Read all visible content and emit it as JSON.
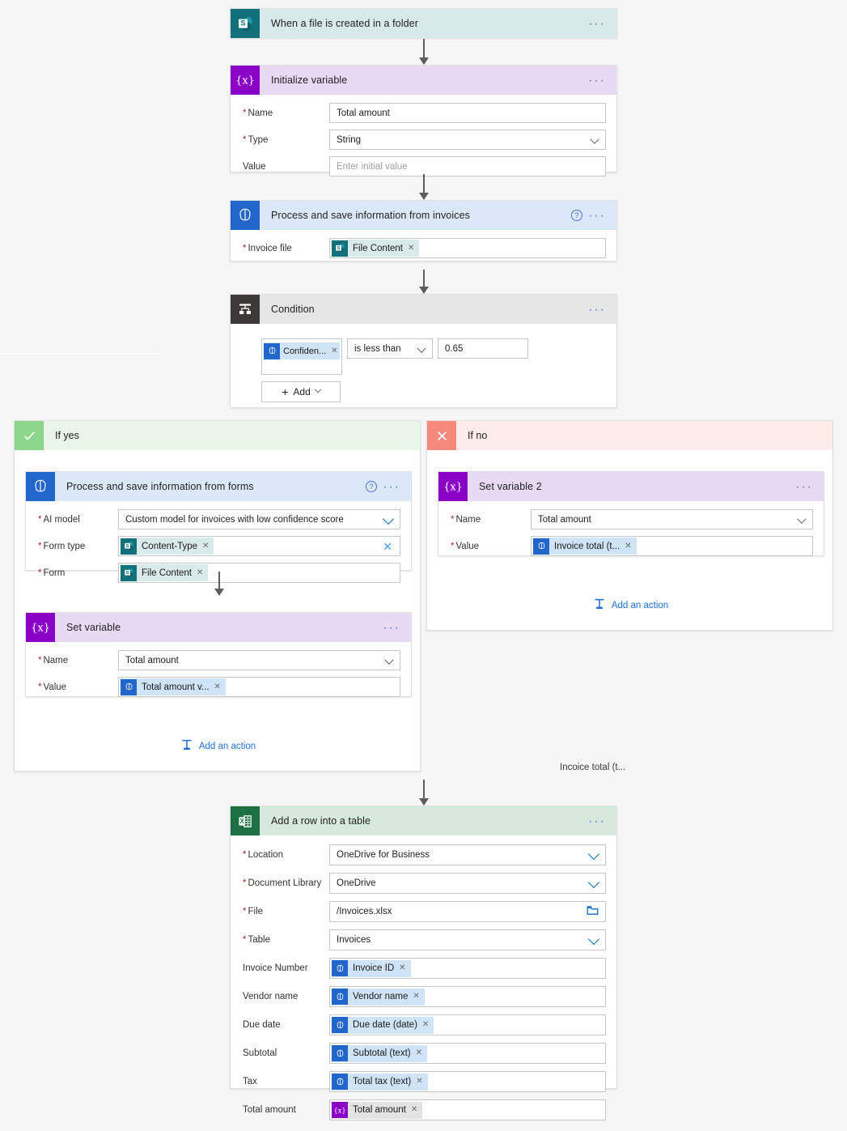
{
  "flow": {
    "trigger": {
      "title": "When a file is created in a folder",
      "icon": "sharepoint-icon",
      "menu": "···"
    },
    "init_variable": {
      "title": "Initialize variable",
      "icon": "variable-icon",
      "menu": "···",
      "fields": [
        {
          "label": "Name",
          "required": true,
          "type": "text",
          "value": "Total amount"
        },
        {
          "label": "Type",
          "required": true,
          "type": "select",
          "value": "String"
        },
        {
          "label": "Value",
          "required": false,
          "type": "text",
          "value": "",
          "placeholder": "Enter initial value"
        }
      ]
    },
    "process_invoices": {
      "title": "Process and save information from invoices",
      "icon": "ai-builder-icon",
      "help": "?",
      "menu": "···",
      "fields": [
        {
          "label": "Invoice file",
          "required": true,
          "type": "token",
          "token": "File Content",
          "token_icon": "sharepoint-icon",
          "token_kind": "sp"
        }
      ]
    },
    "condition": {
      "title": "Condition",
      "icon": "condition-icon",
      "menu": "···",
      "left_token": "Confiden...",
      "left_token_icon": "ai-builder-icon",
      "operator": "is less than",
      "right_value": "0.65",
      "add_label": "Add"
    },
    "if_yes": {
      "label": "If yes",
      "icon": "checkmark-icon",
      "add_action_label": "Add an action",
      "process_forms": {
        "title": "Process and save information from  forms",
        "icon": "ai-builder-icon",
        "help": "?",
        "menu": "···",
        "fields": [
          {
            "label": "AI model",
            "required": true,
            "type": "select",
            "value": "Custom model for invoices with low confidence score"
          },
          {
            "label": "Form type",
            "required": true,
            "type": "token",
            "token": "Content-Type",
            "token_icon": "sharepoint-icon",
            "token_kind": "sp",
            "clearable": true
          },
          {
            "label": "Form",
            "required": true,
            "type": "token",
            "token": "File Content",
            "token_icon": "sharepoint-icon",
            "token_kind": "sp"
          }
        ]
      },
      "set_variable": {
        "title": "Set variable",
        "icon": "variable-icon",
        "menu": "···",
        "fields": [
          {
            "label": "Name",
            "required": true,
            "type": "select",
            "value": "Total amount"
          },
          {
            "label": "Value",
            "required": true,
            "type": "token",
            "token": "Total amount v...",
            "token_icon": "ai-builder-icon",
            "token_kind": "ai"
          }
        ]
      }
    },
    "if_no": {
      "label": "If no",
      "icon": "close-icon",
      "add_action_label": "Add an action",
      "set_variable_2": {
        "title": "Set variable 2",
        "icon": "variable-icon",
        "menu": "···",
        "fields": [
          {
            "label": "Name",
            "required": true,
            "type": "select",
            "value": "Total amount"
          },
          {
            "label": "Value",
            "required": true,
            "type": "token",
            "token": "Invoice total (t...",
            "token_icon": "ai-builder-icon",
            "token_kind": "ai"
          }
        ]
      }
    },
    "drag_ghost_label": "Incoice total (t...",
    "add_row": {
      "title": "Add a row into a table",
      "icon": "excel-icon",
      "menu": "···",
      "fields": [
        {
          "label": "Location",
          "required": true,
          "type": "select",
          "value": "OneDrive for Business"
        },
        {
          "label": "Document Library",
          "required": true,
          "type": "select",
          "value": "OneDrive"
        },
        {
          "label": "File",
          "required": true,
          "type": "file",
          "value": "/Invoices.xlsx"
        },
        {
          "label": "Table",
          "required": true,
          "type": "select",
          "value": "Invoices"
        },
        {
          "label": "Invoice Number",
          "required": false,
          "type": "token",
          "token": "Invoice ID",
          "token_icon": "ai-builder-icon",
          "token_kind": "ai"
        },
        {
          "label": "Vendor name",
          "required": false,
          "type": "token",
          "token": "Vendor name",
          "token_icon": "ai-builder-icon",
          "token_kind": "ai"
        },
        {
          "label": "Due date",
          "required": false,
          "type": "token",
          "token": "Due date (date)",
          "token_icon": "ai-builder-icon",
          "token_kind": "ai"
        },
        {
          "label": "Subtotal",
          "required": false,
          "type": "token",
          "token": "Subtotal (text)",
          "token_icon": "ai-builder-icon",
          "token_kind": "ai"
        },
        {
          "label": "Tax",
          "required": false,
          "type": "token",
          "token": "Total tax (text)",
          "token_icon": "ai-builder-icon",
          "token_kind": "ai"
        },
        {
          "label": "Total amount",
          "required": false,
          "type": "token",
          "token": "Total amount",
          "token_icon": "variable-icon",
          "token_kind": "var"
        }
      ]
    }
  },
  "colors": {
    "canvas": "#f6f6f6",
    "sharepoint": "#12707a",
    "variable": "#8a02c6",
    "ai_builder": "#2266cc",
    "condition": "#3b3a39",
    "excel": "#1d7044",
    "yes": "#8cd68c",
    "no": "#f4897c",
    "link": "#1f6fd0",
    "required": "#a4262c"
  }
}
